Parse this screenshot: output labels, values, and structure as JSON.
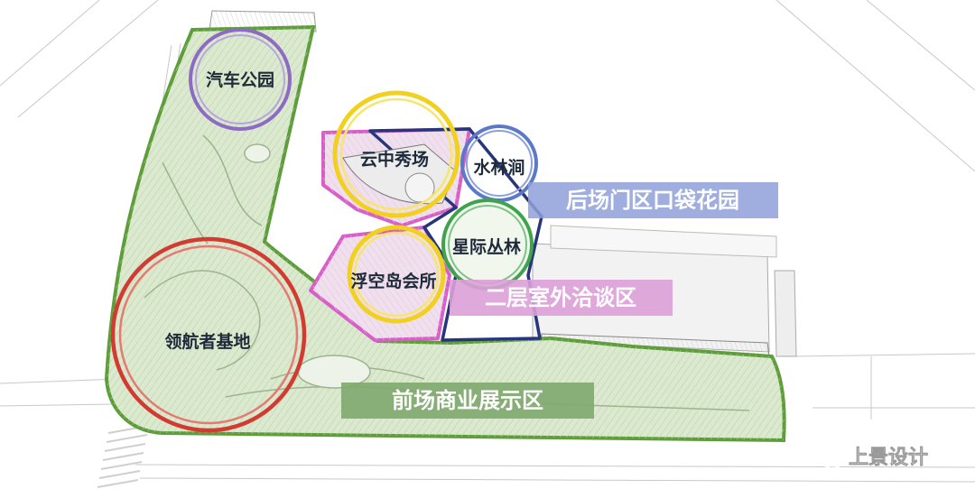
{
  "labels": {
    "car_park": "汽车公园",
    "cloud_show": "云中秀场",
    "water_forest": "水林涧",
    "rear_garden": "后场门区口袋花园",
    "star_forest": "星际丛林",
    "floating_club": "浮空岛会所",
    "terrace_talk": "二层室外洽谈区",
    "pilot_base": "领航者基地",
    "front_exhibit": "前场商业展示区"
  },
  "watermark": {
    "text": "上景设计",
    "icon": "wechat-icon"
  },
  "colors": {
    "green_outline": "#5e9e3a",
    "green_fill": "#dbe9cf",
    "pink": "#d85ec8",
    "navy": "#27367a",
    "yellow": "#f1d11d",
    "purple": "#8d6ac4",
    "red": "#d23a32",
    "blue_ring": "#5c78c8",
    "green_ring": "#3fa34d",
    "band_blue": "#8ea0d8",
    "band_pink": "#dca0d8",
    "band_green": "#7fa86e"
  }
}
